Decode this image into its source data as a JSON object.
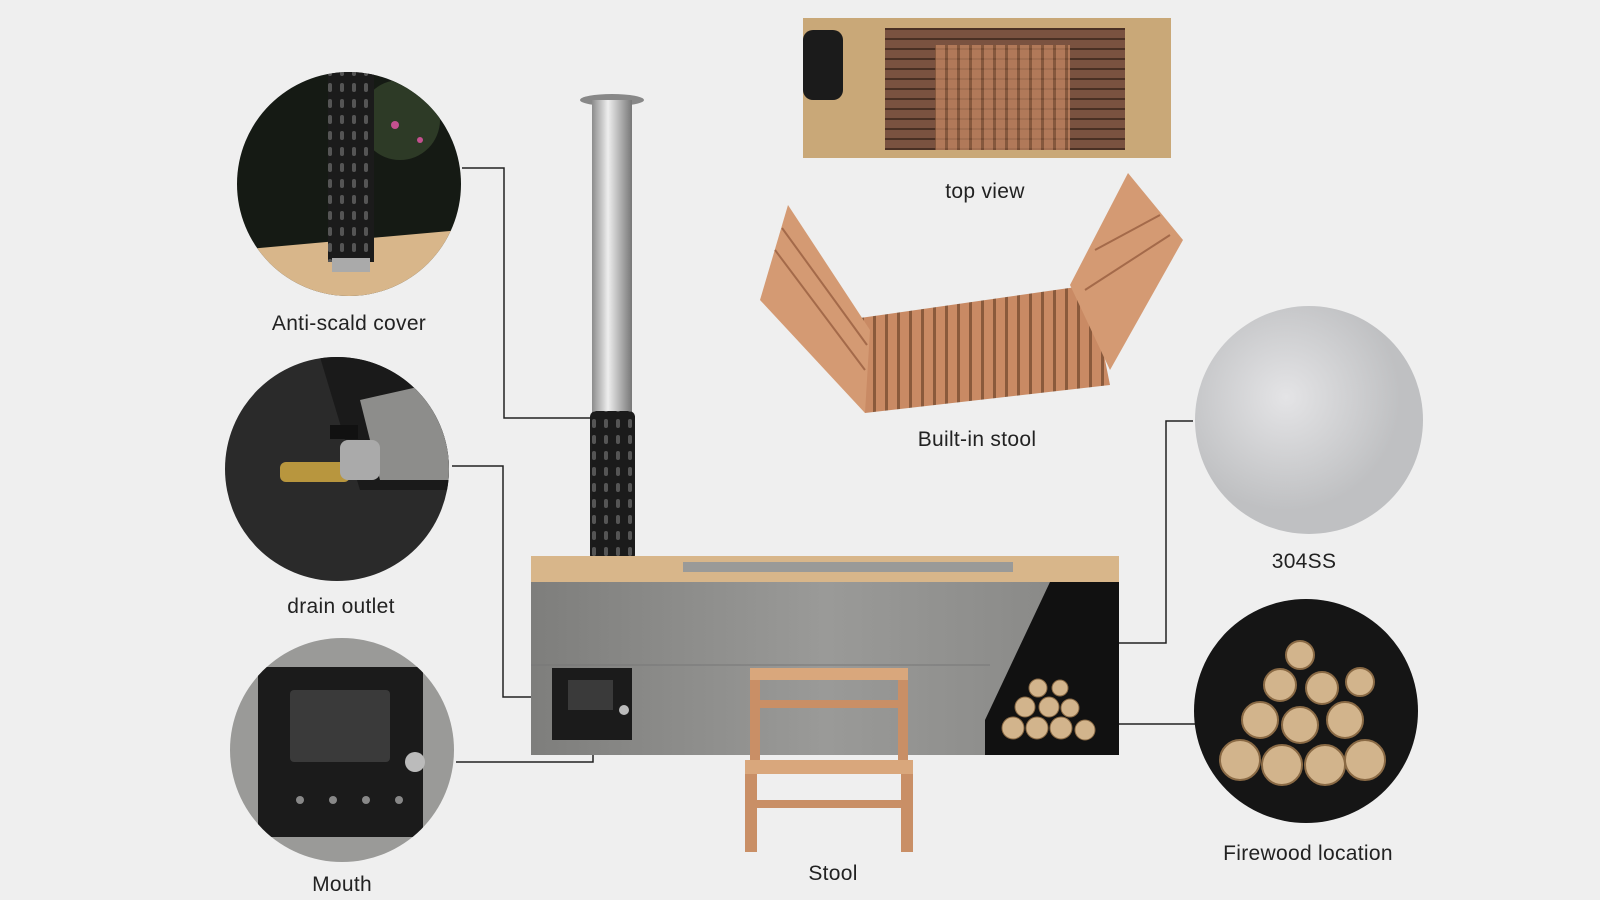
{
  "labels": {
    "anti_scald": "Anti-scald cover",
    "drain": "drain outlet",
    "mouth": "Mouth",
    "top_view": "top view",
    "built_in_stool": "Built-in stool",
    "steel": "304SS",
    "firewood": "Firewood location",
    "stool": "Stool"
  },
  "colors": {
    "background": "#efefef",
    "steel": "#8f8f8d",
    "wood": "#d9a77c",
    "black": "#1a1a1a",
    "line": "#222222"
  }
}
